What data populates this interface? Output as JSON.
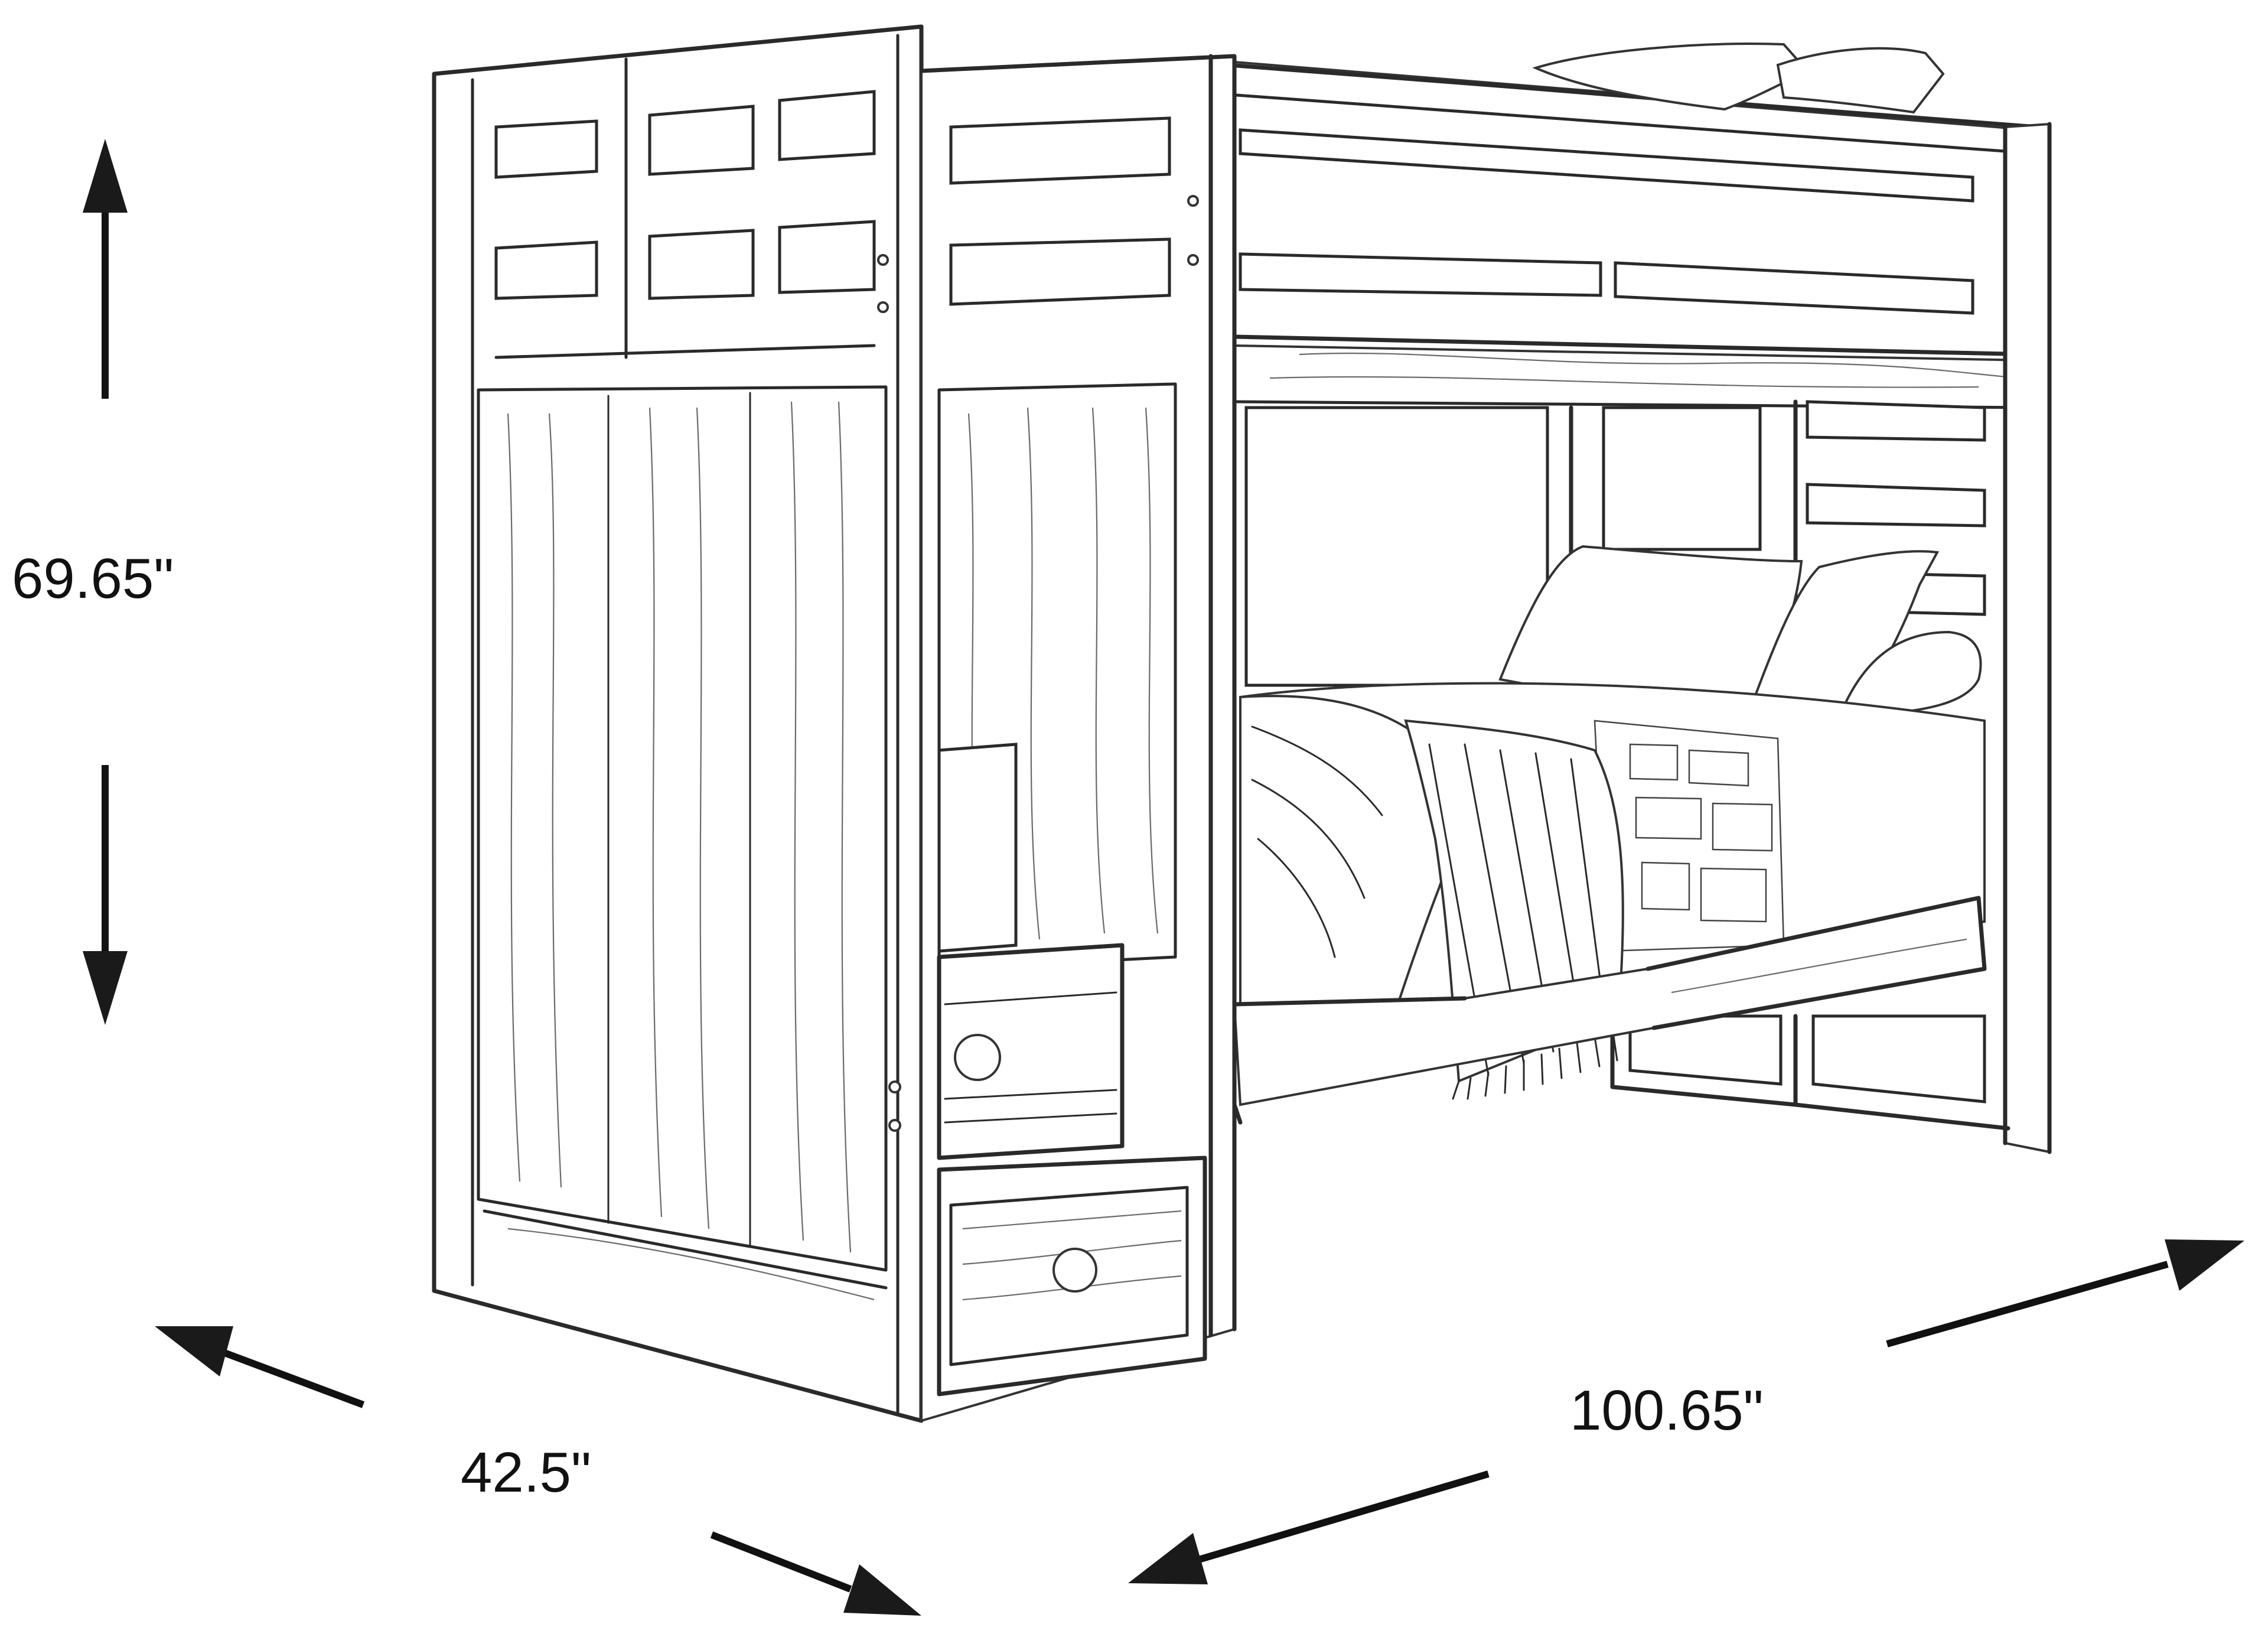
{
  "diagram": {
    "dimensions": {
      "height": "69.65\"",
      "depth": "42.5\"",
      "width": "100.65\""
    },
    "colors": {
      "line": "#2a2a2a",
      "text": "#111111",
      "background": "#ffffff"
    }
  }
}
